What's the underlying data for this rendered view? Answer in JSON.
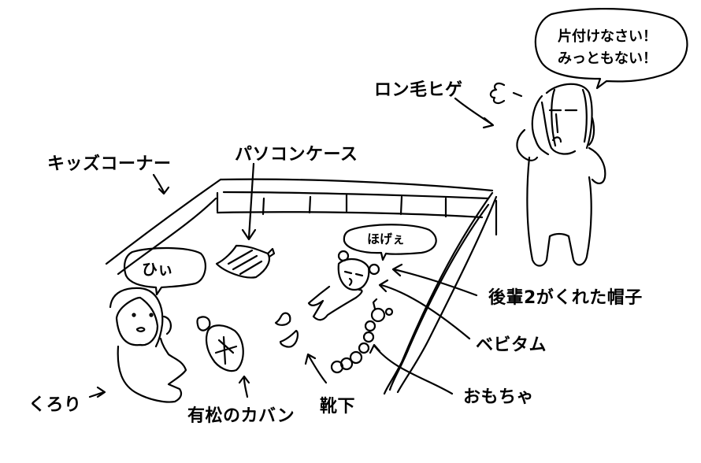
{
  "title": "Kids corner illustration",
  "labels": {
    "long_hair_beard": "ロン毛ヒゲ",
    "kids_corner": "キッズコーナー",
    "pc_case": "パソコンケース",
    "hat": "後輩2がくれた帽子",
    "bebitamu": "ベビタム",
    "toy": "おもちゃ",
    "socks": "靴下",
    "bag": "有松のカバン",
    "kurori": "くろり"
  },
  "speech": {
    "scold_line1": "片付けなさい！",
    "scold_line2": "みっともない！",
    "baby": "ほげぇ",
    "kurori": "ひぃ"
  }
}
